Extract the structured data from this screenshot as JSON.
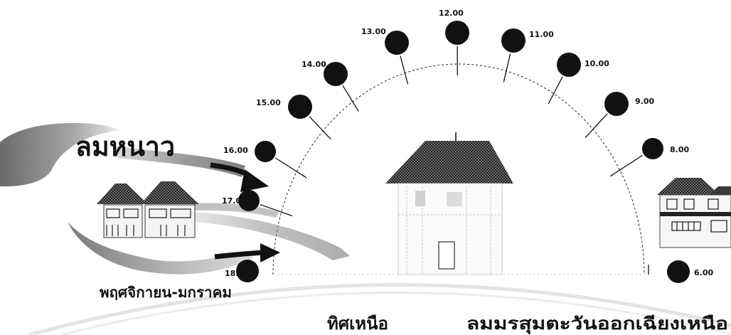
{
  "labels": {
    "winter_wind": "ลมหนาว",
    "months": "พฤศจิกายน-มกราคม",
    "north": "ทิศเหนือ",
    "monsoon": "ลมมรสุมตะวันออกเฉียงเหนือ"
  },
  "sun_times": [
    "12.00",
    "13.00",
    "11.00",
    "14.00",
    "10.00",
    "15.00",
    "9.00",
    "16.00",
    "8.00",
    "17.00",
    "18.00",
    "6.00"
  ],
  "colors": {
    "sun": "#111111",
    "wind": "#777777",
    "roof": "#2a2a2a"
  }
}
